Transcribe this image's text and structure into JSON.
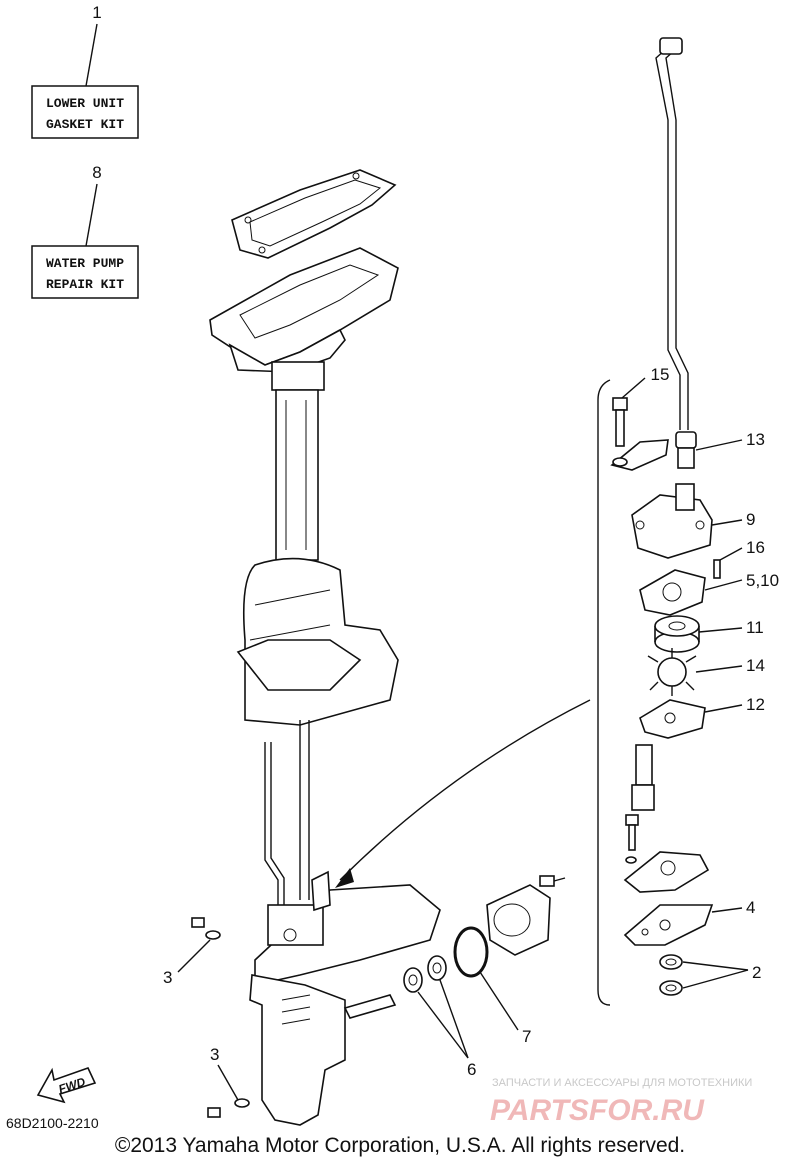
{
  "kits": {
    "gasket": {
      "number": "1",
      "line1": "LOWER UNIT",
      "line2": "GASKET KIT"
    },
    "pump": {
      "number": "8",
      "line1": "WATER PUMP",
      "line2": "REPAIR KIT"
    }
  },
  "callouts": {
    "c15": "15",
    "c13": "13",
    "c9": "9",
    "c16": "16",
    "c510": "5,10",
    "c11": "11",
    "c14": "14",
    "c12": "12",
    "c4": "4",
    "c2": "2",
    "c7": "7",
    "c6": "6",
    "c3a": "3",
    "c3b": "3"
  },
  "fwd_label": "FWD",
  "diagram_code": "68D2100-2210",
  "watermark": {
    "line1": "ЗАПЧАСТИ И АКСЕССУАРЫ ДЛЯ МОТОТЕХНИКИ",
    "line2": "PARTSFOR.RU"
  },
  "copyright": "©2013 Yamaha Motor Corporation, U.S.A. All rights reserved."
}
